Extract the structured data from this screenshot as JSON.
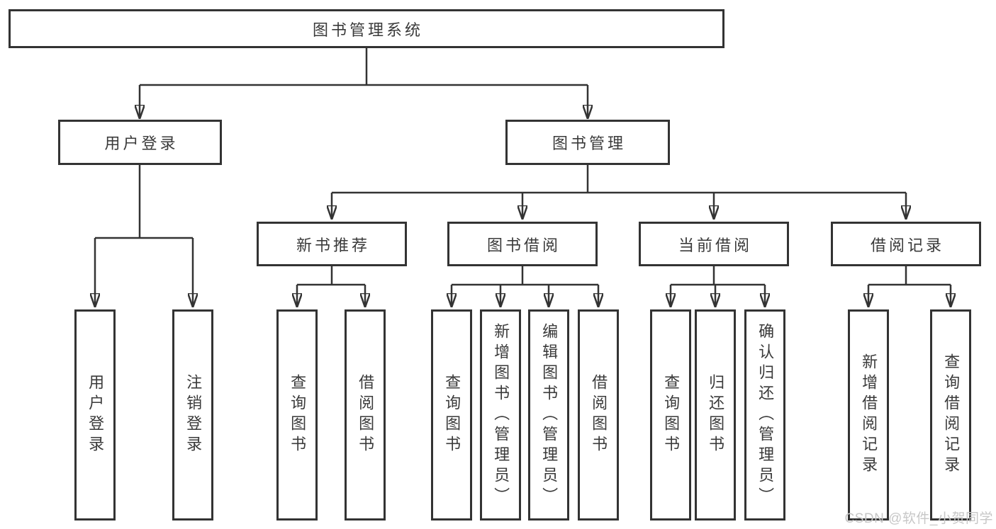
{
  "watermark": "CSDN @软件_小贺同学",
  "colors": {
    "line": "#333333",
    "text": "#3a3a3a",
    "box_background": "#ffffff",
    "watermark": "#c7c7c7"
  },
  "tree": {
    "root": "图书管理系统",
    "login": {
      "label": "用户登录",
      "children": [
        "用户登录",
        "注销登录"
      ]
    },
    "management": {
      "label": "图书管理",
      "groups": [
        {
          "label": "新书推荐",
          "children": [
            "查询图书",
            "借阅图书"
          ]
        },
        {
          "label": "图书借阅",
          "children": [
            "查询图书",
            "新增图书（管理员）",
            "编辑图书（管理员）",
            "借阅图书"
          ]
        },
        {
          "label": "当前借阅",
          "children": [
            "查询图书",
            "归还图书",
            "确认归还（管理员）"
          ]
        },
        {
          "label": "借阅记录",
          "children": [
            "新增借阅记录",
            "查询借阅记录"
          ]
        }
      ]
    }
  }
}
